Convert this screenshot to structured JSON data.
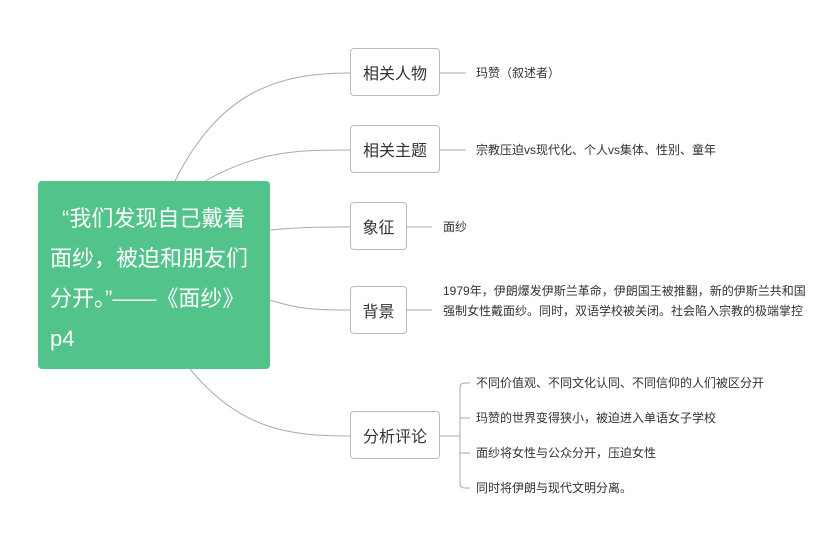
{
  "root": {
    "text": "“我们发现自己戴着面纱，被迫和朋友们分开。”——《面纱》p4",
    "color": "#52c38a"
  },
  "branches": [
    {
      "label": "相关人物",
      "children": [
        "玛赞（叙述者）"
      ]
    },
    {
      "label": "相关主题",
      "children": [
        "宗教压迫vs现代化、个人vs集体、性别、童年"
      ]
    },
    {
      "label": "象征",
      "children": [
        "面纱"
      ]
    },
    {
      "label": "背景",
      "children": [
        "1979年，伊朗爆发伊斯兰革命，伊朗国王被推翻，新的伊斯兰共和国强制女性戴面纱。同时，双语学校被关闭。社会陷入宗教的极端掌控"
      ]
    },
    {
      "label": "分析评论",
      "children": [
        "不同价值观、不同文化认同、不同信仰的人们被区分开",
        "玛赞的世界变得狭小，被迫进入单语女子学校",
        "面纱将女性与公众分开，压迫女性",
        "同时将伊朗与现代文明分离。"
      ]
    }
  ]
}
